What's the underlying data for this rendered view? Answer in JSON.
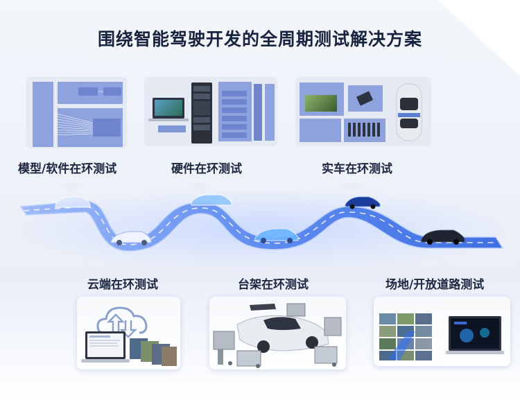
{
  "title": "围绕智能驾驶开发的全周期测试解决方案",
  "stages_top": [
    {
      "label": "模型/软件在环测试",
      "icon": "block-diagram-icon"
    },
    {
      "label": "硬件在环测试",
      "icon": "hil-cabinet-icon"
    },
    {
      "label": "实车在环测试",
      "icon": "vehicle-test-icon"
    }
  ],
  "stages_bottom": [
    {
      "label": "云端在环测试",
      "icon": "cloud-upload-icon"
    },
    {
      "label": "台架在环测试",
      "icon": "test-bench-car-icon"
    },
    {
      "label": "场地/开放道路测试",
      "icon": "road-test-monitor-icon"
    }
  ],
  "colors": {
    "title": "#17233f",
    "road_edge": "#8fb1ff",
    "road_surface": "#3d6de0",
    "block": "#7f95d6",
    "panel": "#e4e9f3"
  }
}
